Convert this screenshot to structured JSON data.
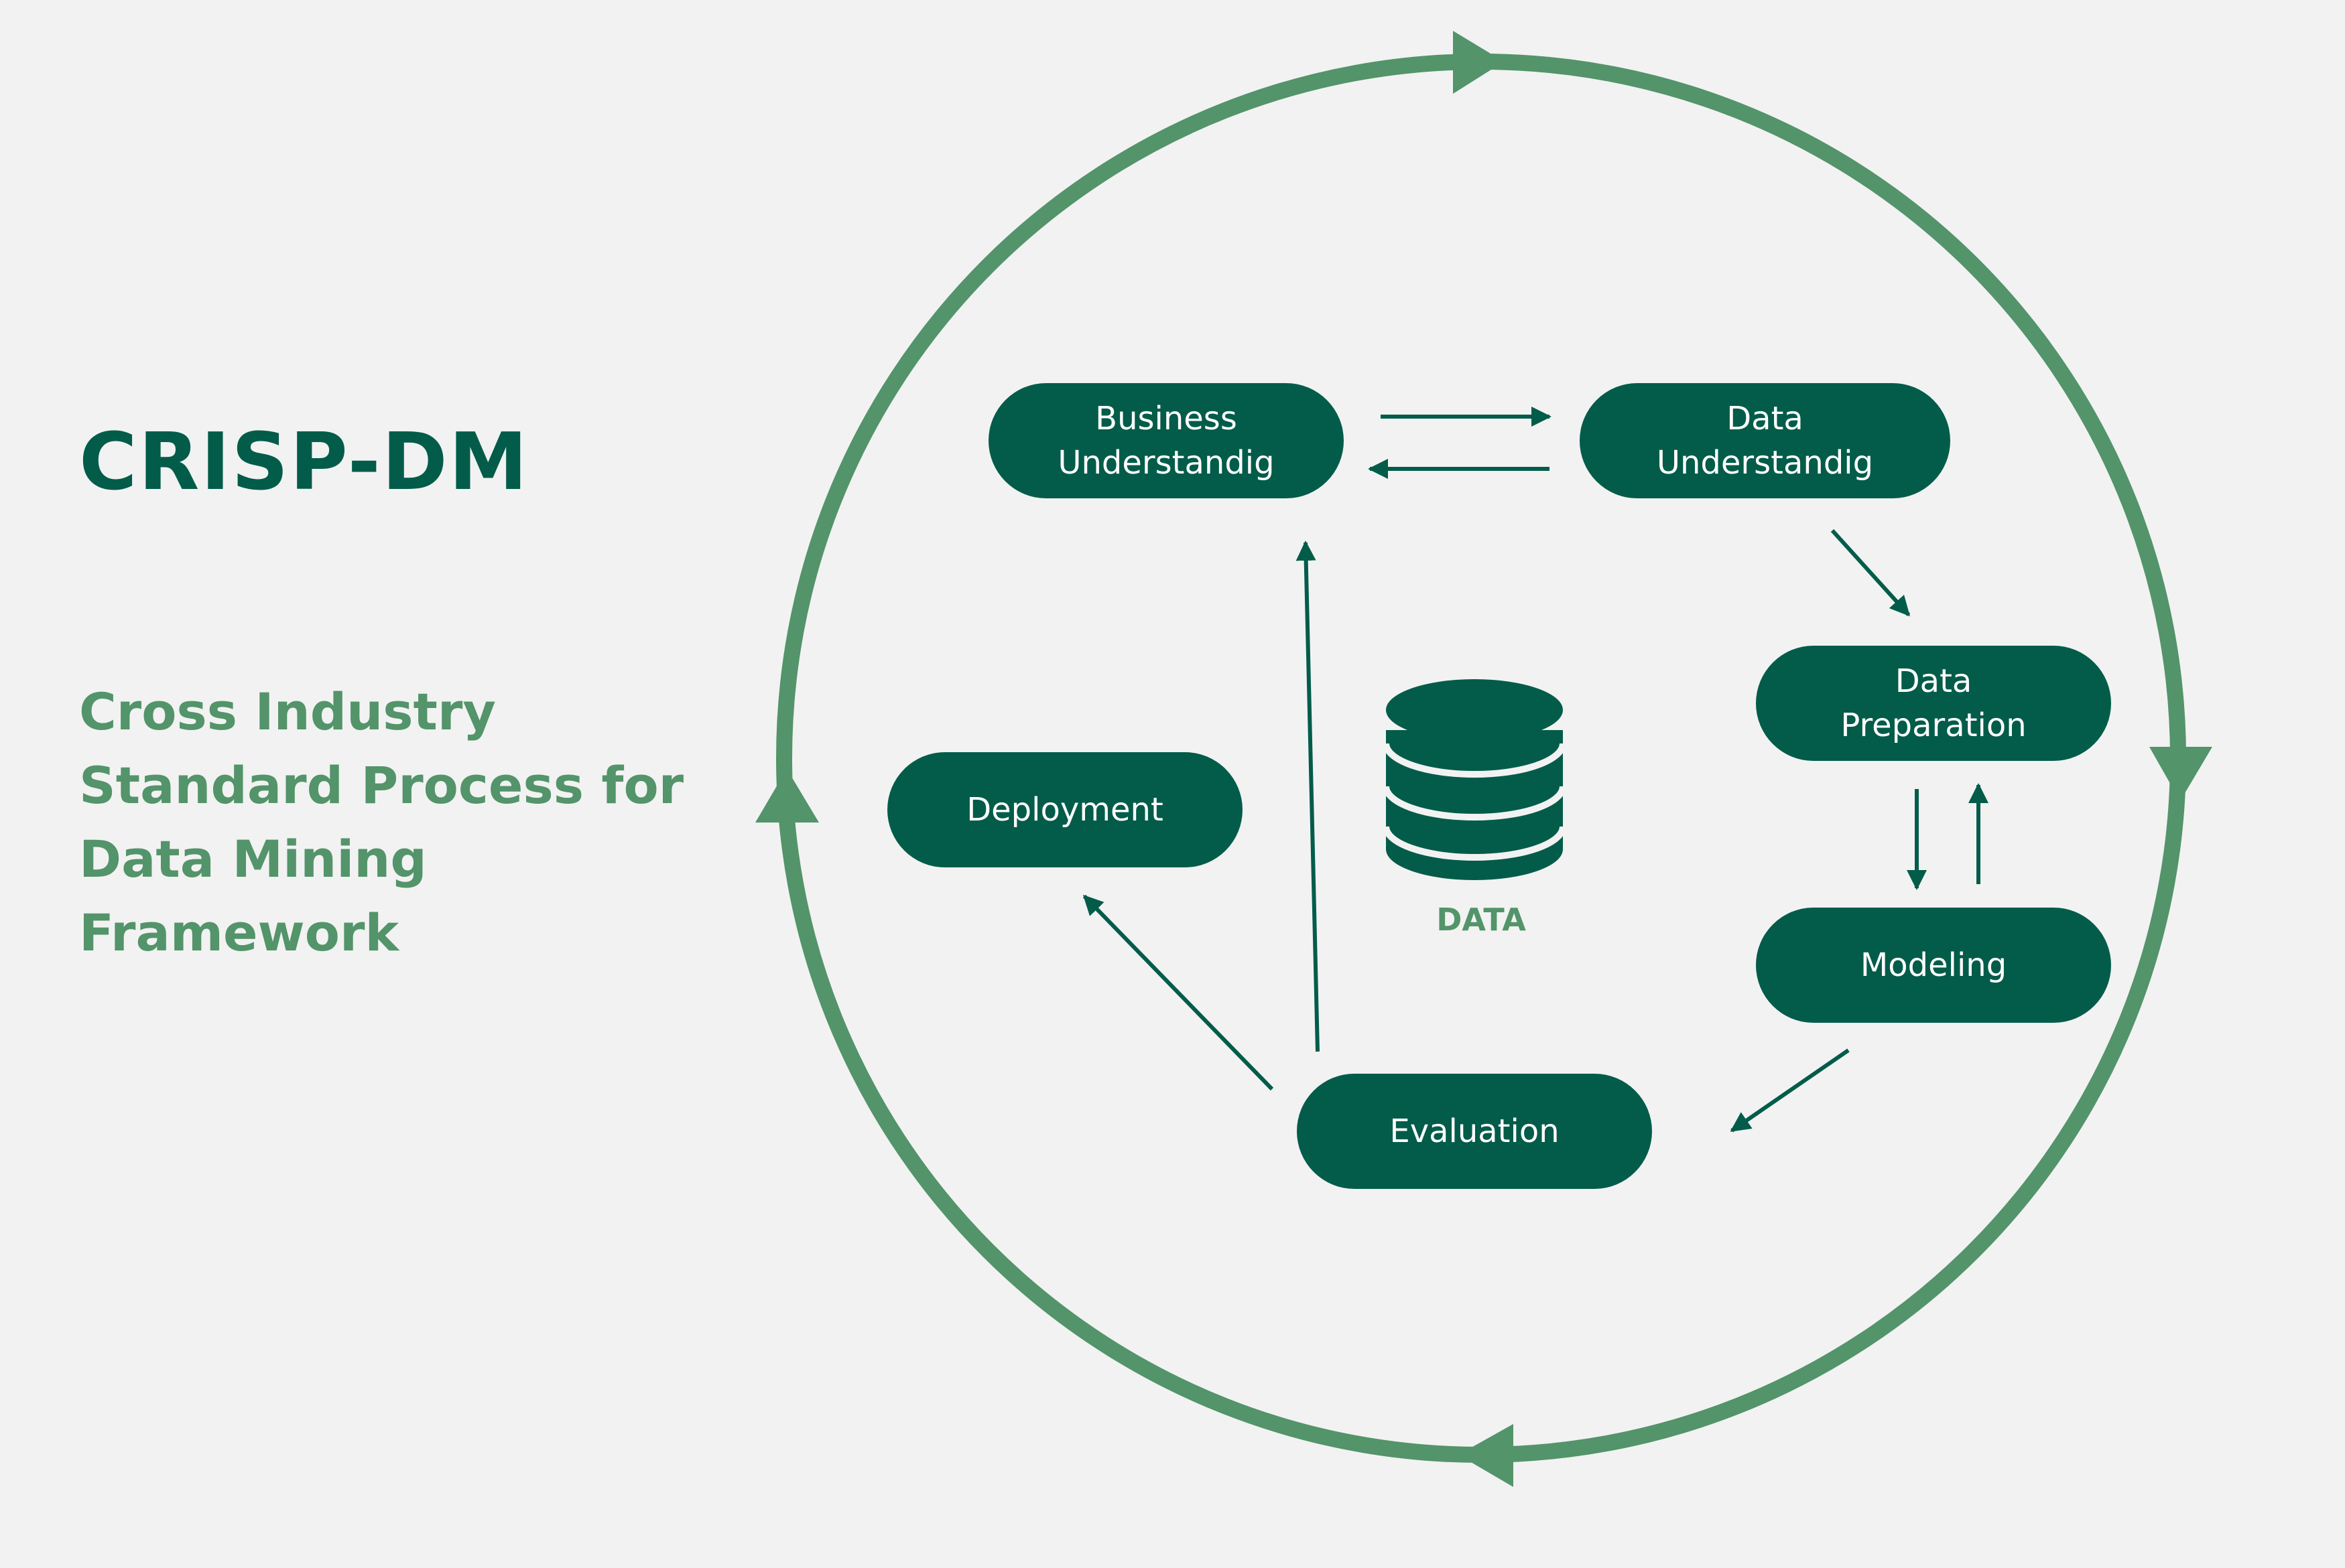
{
  "title": "CRISP-DM",
  "subtitle": {
    "lines": [
      "Cross Industry",
      "Standard Process for",
      "Data Mining",
      "Framework"
    ]
  },
  "colors": {
    "background": "#f2f2f2",
    "dark_green": "#025c49",
    "accent_green": "#53946a",
    "node_text": "#ffffff"
  },
  "nodes": {
    "business_understanding": {
      "lines": [
        "Business",
        "Understandig"
      ]
    },
    "data_understanding": {
      "lines": [
        "Data",
        "Understandig"
      ]
    },
    "data_preparation": {
      "lines": [
        "Data",
        "Preparation"
      ]
    },
    "modeling": {
      "lines": [
        "Modeling"
      ]
    },
    "evaluation": {
      "lines": [
        "Evaluation"
      ]
    },
    "deployment": {
      "lines": [
        "Deployment"
      ]
    }
  },
  "center": {
    "label": "DATA",
    "icon": "database-icon"
  },
  "cycle": {
    "direction": "clockwise",
    "icon": "circular-arrow"
  },
  "flows": [
    {
      "from": "business_understanding",
      "to": "data_understanding"
    },
    {
      "from": "data_understanding",
      "to": "business_understanding"
    },
    {
      "from": "data_understanding",
      "to": "data_preparation"
    },
    {
      "from": "data_preparation",
      "to": "modeling"
    },
    {
      "from": "modeling",
      "to": "data_preparation"
    },
    {
      "from": "modeling",
      "to": "evaluation"
    },
    {
      "from": "evaluation",
      "to": "business_understanding"
    },
    {
      "from": "evaluation",
      "to": "deployment"
    }
  ]
}
